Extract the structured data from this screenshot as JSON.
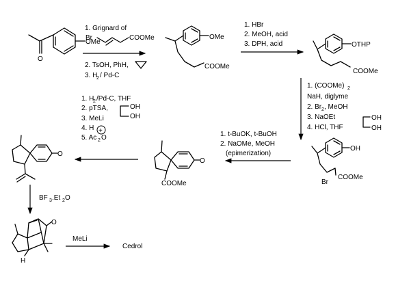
{
  "step1": {
    "reagents": [
      "1. Grignard of",
      "Br",
      "COOMe",
      "2. TsOH, PhH,",
      "3. H",
      "2",
      "/ Pd-C"
    ]
  },
  "product1": {
    "labels": [
      "COOMe",
      "OMe"
    ]
  },
  "start": {
    "labels": [
      "O",
      "OMe"
    ]
  },
  "step2": {
    "reagents": [
      "1. HBr",
      "2. MeOH, acid",
      "3. DPH, acid"
    ]
  },
  "product2": {
    "labels": [
      "OTHP",
      "COOMe"
    ]
  },
  "step3": {
    "reagents": [
      "1. (COOMe)",
      "2",
      "NaH, diglyme",
      "2. Br",
      "2",
      ", MeOH",
      "3. NaOEt",
      "4. HCl, THF",
      "OH",
      "OH"
    ]
  },
  "product3": {
    "labels": [
      "OH",
      "Br",
      "COOMe"
    ]
  },
  "step4": {
    "reagents": [
      "1. t-BuOK, t-BuOH",
      "2. NaOMe, MeOH",
      "(epimerization)"
    ]
  },
  "product4": {
    "labels": [
      "O",
      "COOMe"
    ]
  },
  "step5": {
    "reagents": [
      "1. H",
      "2",
      "/Pd-C, THF",
      "2. pTSA,",
      "OH",
      "OH",
      "3. MeLi",
      "4. H",
      "+",
      "5. Ac",
      "2",
      "O"
    ]
  },
  "product5": {
    "labels": [
      "O"
    ]
  },
  "step6": {
    "reagents": [
      "BF",
      "3",
      ".Et",
      "2",
      "O"
    ]
  },
  "product6": {
    "labels": [
      "O",
      "H"
    ]
  },
  "step7": {
    "reagents": [
      "MeLi"
    ]
  },
  "final": {
    "label": "Cedrol"
  }
}
